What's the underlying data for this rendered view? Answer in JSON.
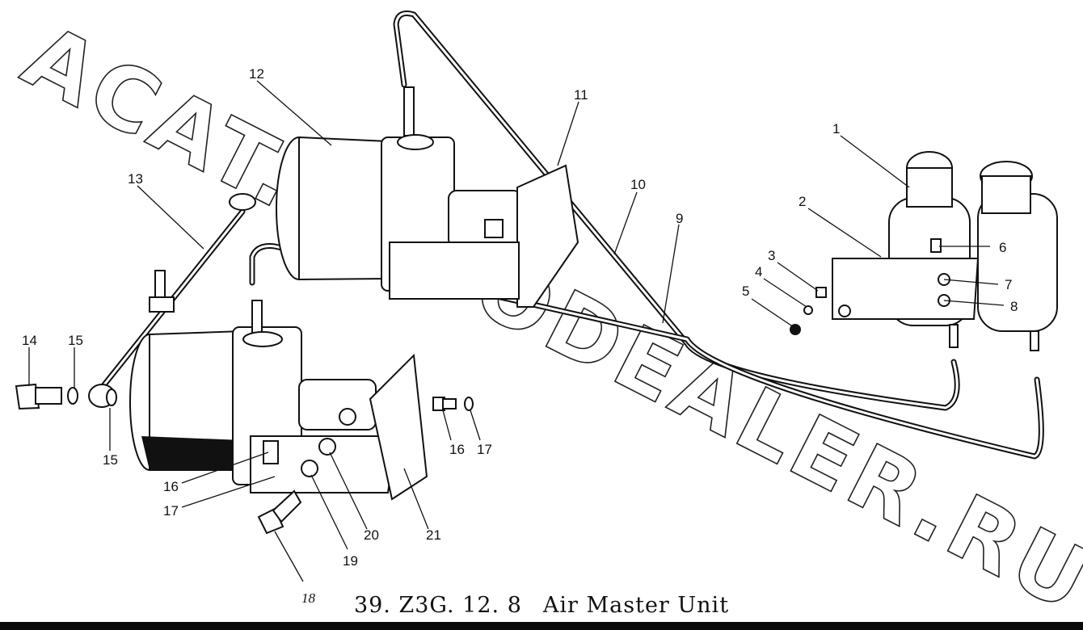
{
  "watermark": "ACAT.AUTODEALER.RU",
  "callouts": [
    "1",
    "2",
    "3",
    "4",
    "5",
    "6",
    "7",
    "8",
    "9",
    "10",
    "11",
    "12",
    "13",
    "14",
    "15",
    "15",
    "16",
    "17",
    "16",
    "17",
    "18",
    "19",
    "20",
    "21"
  ],
  "caption": {
    "code": "39. Z3G. 12. 8",
    "title": "Air Master Unit"
  },
  "colors": {
    "line": "#111111",
    "background": "#ffffff"
  }
}
